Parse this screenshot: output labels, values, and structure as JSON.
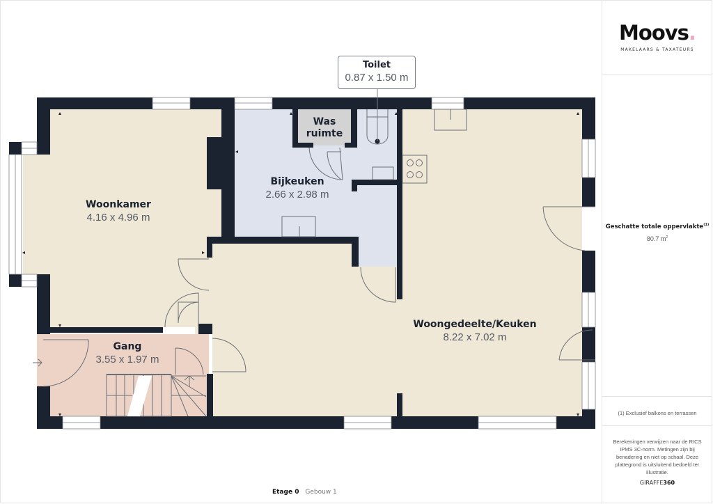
{
  "brand": {
    "name": "Moovs",
    "dot": ".",
    "tagline": "MAKELAARS & TAXATEURS",
    "accent_color": "#f2a6c0"
  },
  "summary": {
    "area_title": "Geschatte totale oppervlakte",
    "area_footnote_mark": "(1)",
    "area_value": "80.7 m",
    "area_unit_sup": "2",
    "footnote": "(1) Exclusief balkons en terrassen",
    "disclaimer": "Berekeningen verwijzen naar de RICS IPMS 3C-norm. Metingen zijn bij benadering en niet op schaal. Deze plattegrond is uitsluitend bedoeld ter illustratie.",
    "provider_prefix": "GIRAFFE",
    "provider_suffix": "360"
  },
  "floor": {
    "level": "Etage 0",
    "building": "Gebouw 1"
  },
  "rooms": [
    {
      "name": "Woonkamer",
      "dimensions": "4.16 x 4.96 m",
      "color": "#f0e8d6"
    },
    {
      "name": "Toilet",
      "dimensions": "0.87 x 1.50 m",
      "color": "#dfe3ee"
    },
    {
      "name": "Was ruimte",
      "name_line1": "Was",
      "name_line2": "ruimte",
      "color": "#d3d3d3"
    },
    {
      "name": "Bijkeuken",
      "dimensions": "2.66 x 2.98 m",
      "color": "#dfe3ee"
    },
    {
      "name": "Woongedeelte/Keuken",
      "dimensions": "8.22 x 7.02 m",
      "color": "#f0e8d6"
    },
    {
      "name": "Gang",
      "dimensions": "3.55 x 1.97 m",
      "color": "#ecd3c6"
    }
  ],
  "colors": {
    "wall": "#1b2230",
    "living": "#f0e8d6",
    "utility": "#dfe3ee",
    "laundry": "#d3d3d3",
    "hall": "#ecd3c6"
  }
}
